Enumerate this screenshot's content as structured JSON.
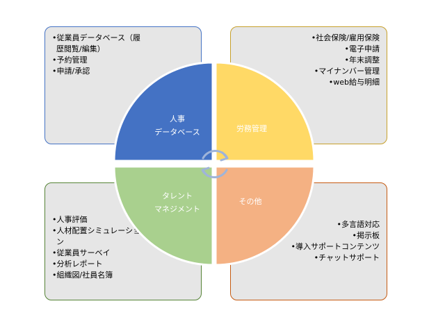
{
  "quadrants": {
    "top_left": {
      "label_lines": [
        "人事",
        "データベース"
      ],
      "color": "#4472c4",
      "items": [
        "•従業員データベース（履",
        "歴閲覧/編集）",
        "•予約管理",
        "•申請/承認"
      ]
    },
    "top_right": {
      "label_lines": [
        "労務管理"
      ],
      "color": "#ffd966",
      "items": [
        "•社会保険/雇用保険",
        "•電子申請",
        "•年末調整",
        "•マイナンバー管理",
        "•web給与明細"
      ]
    },
    "bottom_left": {
      "label_lines": [
        "タレント",
        "マネジメント"
      ],
      "color": "#a9d08e",
      "items": [
        "•人事評価",
        "•人材配置シミュレーショ",
        "ン",
        "•従業員サーベイ",
        "•分析レポート",
        "•組織図/社員名簿"
      ]
    },
    "bottom_right": {
      "label_lines": [
        "その他"
      ],
      "color": "#f4b183",
      "items": [
        "•多言語対応",
        "•掲示板",
        "•導入サポートコンテンツ",
        "•チャットサポート"
      ]
    }
  },
  "cycle_arrow_color": "#9fb4d9"
}
